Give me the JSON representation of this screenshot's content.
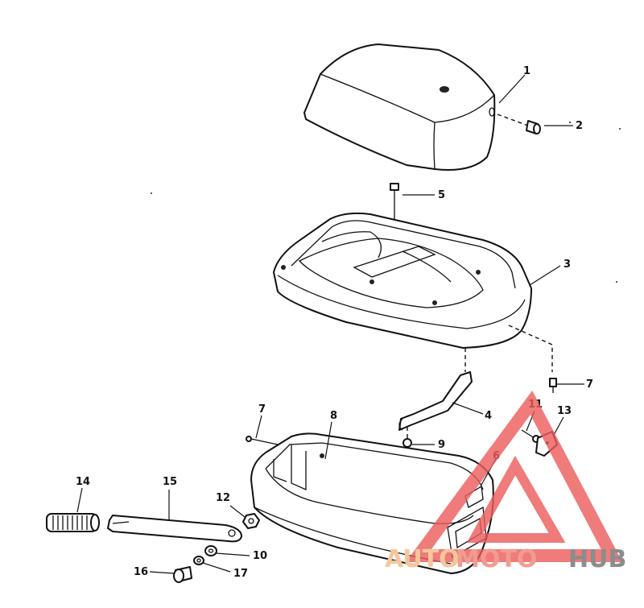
{
  "callouts": {
    "c1": "1",
    "c2": "2",
    "c3": "3",
    "c4": "4",
    "c5": "5",
    "c6": "6",
    "c7a": "7",
    "c7b": "7",
    "c8": "8",
    "c9": "9",
    "c10": "10",
    "c11": "11",
    "c12": "12",
    "c13": "13",
    "c14": "14",
    "c15": "15",
    "c16": "16",
    "c17": "17"
  },
  "watermark": {
    "auto": "AUTO",
    "moto": "MOTO",
    "hub": "HUB",
    "colors": {
      "auto": "#f4c79c",
      "moto": "#f29b8f",
      "hub": "#8c8c8c",
      "triangle": "#ec5b5b"
    }
  }
}
